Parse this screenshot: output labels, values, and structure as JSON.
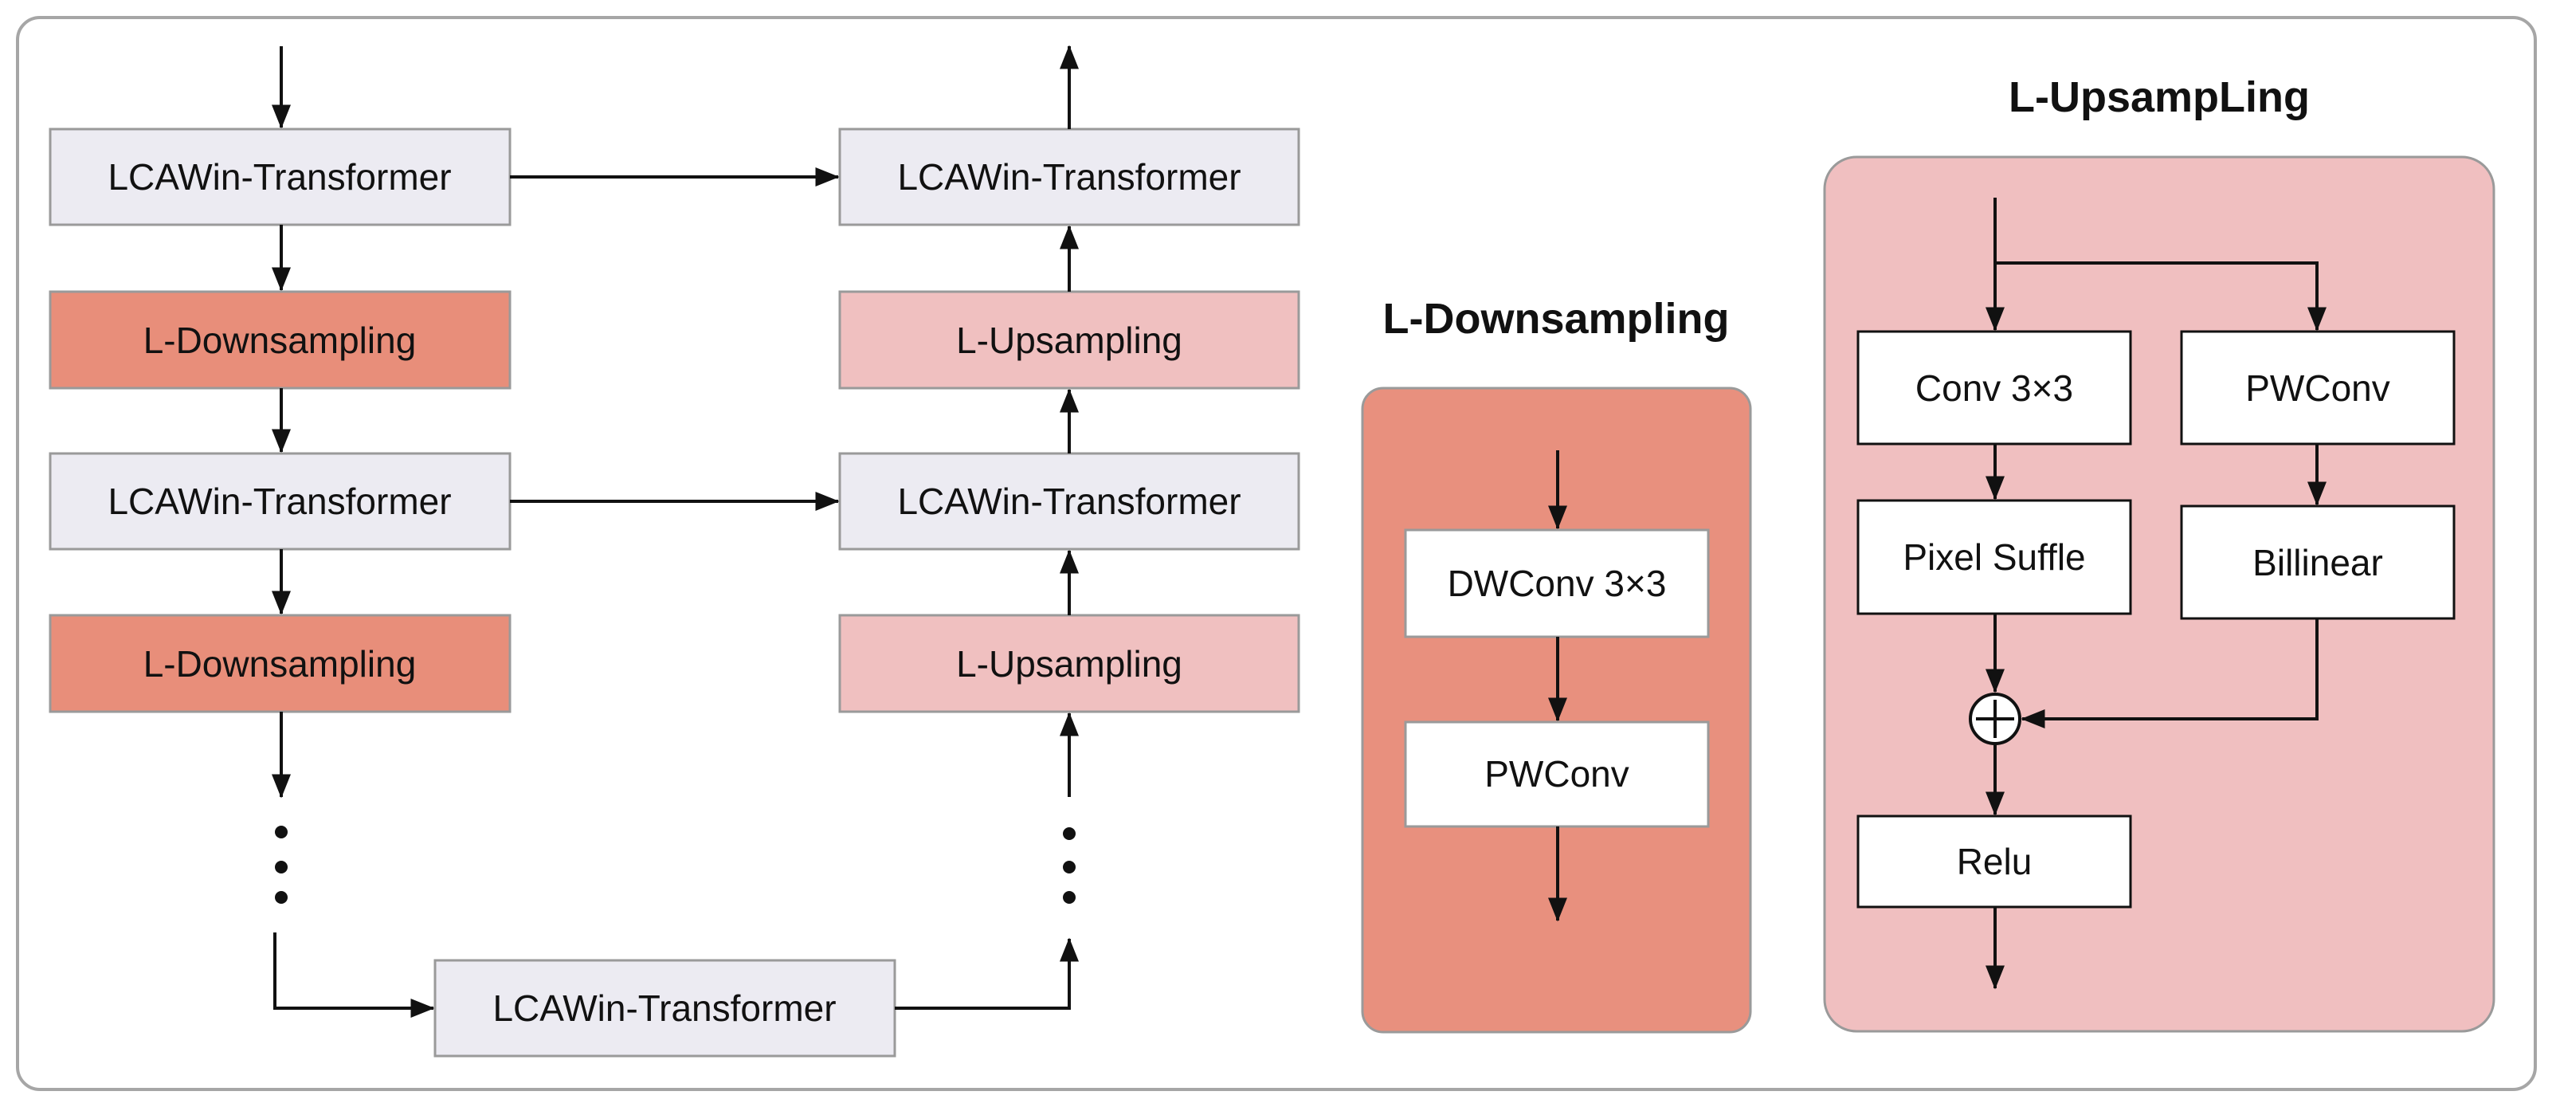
{
  "colors": {
    "frame_border": "#a6a6a6",
    "transformer_fill": "#ecebf2",
    "transformer_border": "#9a9a9a",
    "downsampling_fill": "#e88e7a",
    "upsampling_fill": "#f0c0c0",
    "panel_down_fill": "#e8907e",
    "panel_up_fill": "#f0bfc0",
    "inner_box_fill": "#ffffff",
    "arrow": "#111111"
  },
  "encoder": {
    "blocks": [
      {
        "label": "LCAWin-Transformer",
        "kind": "transformer"
      },
      {
        "label": "L-Downsampling",
        "kind": "downsampling"
      },
      {
        "label": "LCAWin-Transformer",
        "kind": "transformer"
      },
      {
        "label": "L-Downsampling",
        "kind": "downsampling"
      }
    ]
  },
  "decoder": {
    "blocks": [
      {
        "label": "LCAWin-Transformer",
        "kind": "transformer"
      },
      {
        "label": "L-Upsampling",
        "kind": "upsampling"
      },
      {
        "label": "LCAWin-Transformer",
        "kind": "transformer"
      },
      {
        "label": "L-Upsampling",
        "kind": "upsampling"
      }
    ]
  },
  "bottleneck": {
    "label": "LCAWin-Transformer"
  },
  "ellipsis": "⋮",
  "l_downsampling": {
    "title": "L-Downsampling",
    "boxes": [
      "DWConv 3×3",
      "PWConv"
    ]
  },
  "l_upsampling": {
    "title": "L-UpsampLing",
    "left_branch": [
      "Conv 3×3",
      "Pixel Suffle"
    ],
    "right_branch": [
      "PWConv",
      "Billinear"
    ],
    "merge_symbol": "⊕",
    "output_box": "Relu"
  }
}
